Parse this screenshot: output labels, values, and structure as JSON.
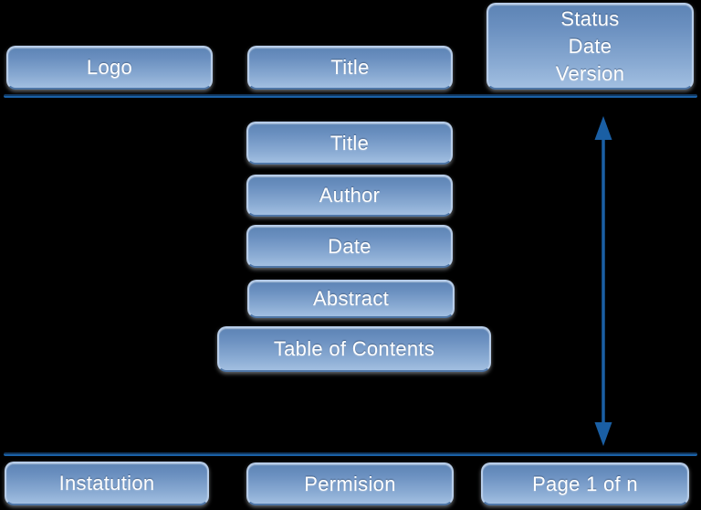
{
  "diagram": {
    "description": "Document page layout template diagram",
    "header": {
      "logo": {
        "label": "Logo"
      },
      "title": {
        "label": "Title"
      },
      "status": {
        "lines": [
          "Status",
          "Date",
          "Version"
        ]
      }
    },
    "body": {
      "boxes": [
        {
          "label": "Title"
        },
        {
          "label": "Author"
        },
        {
          "label": "Date"
        },
        {
          "label": "Abstract"
        },
        {
          "label": "Table of Contents"
        }
      ]
    },
    "footer": {
      "institution": {
        "label": "Instatution"
      },
      "permission": {
        "label": "Permision"
      },
      "page": {
        "label": "Page 1 of n"
      }
    },
    "colors": {
      "background": "#000000",
      "box_gradient_top": "#5d84b5",
      "box_gradient_bottom": "#a2bfe1",
      "box_border": "#b7cde9",
      "line_dark": "#133c66",
      "line_light": "#1b62a8",
      "arrow": "#1a5fa4",
      "text": "#ffffff"
    }
  }
}
